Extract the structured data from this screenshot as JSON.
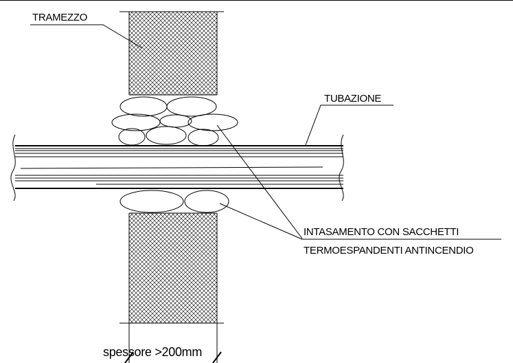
{
  "labels": {
    "wall": "TRAMEZZO",
    "pipe": "TUBAZIONE",
    "fill_line1": "INTASAMENTO CON SACCHETTI",
    "fill_line2": "TERMOESPANDENTI ANTINCENDIO",
    "thickness": "spessore >200mm"
  },
  "colors": {
    "line": "#000000",
    "background": "#ffffff"
  }
}
